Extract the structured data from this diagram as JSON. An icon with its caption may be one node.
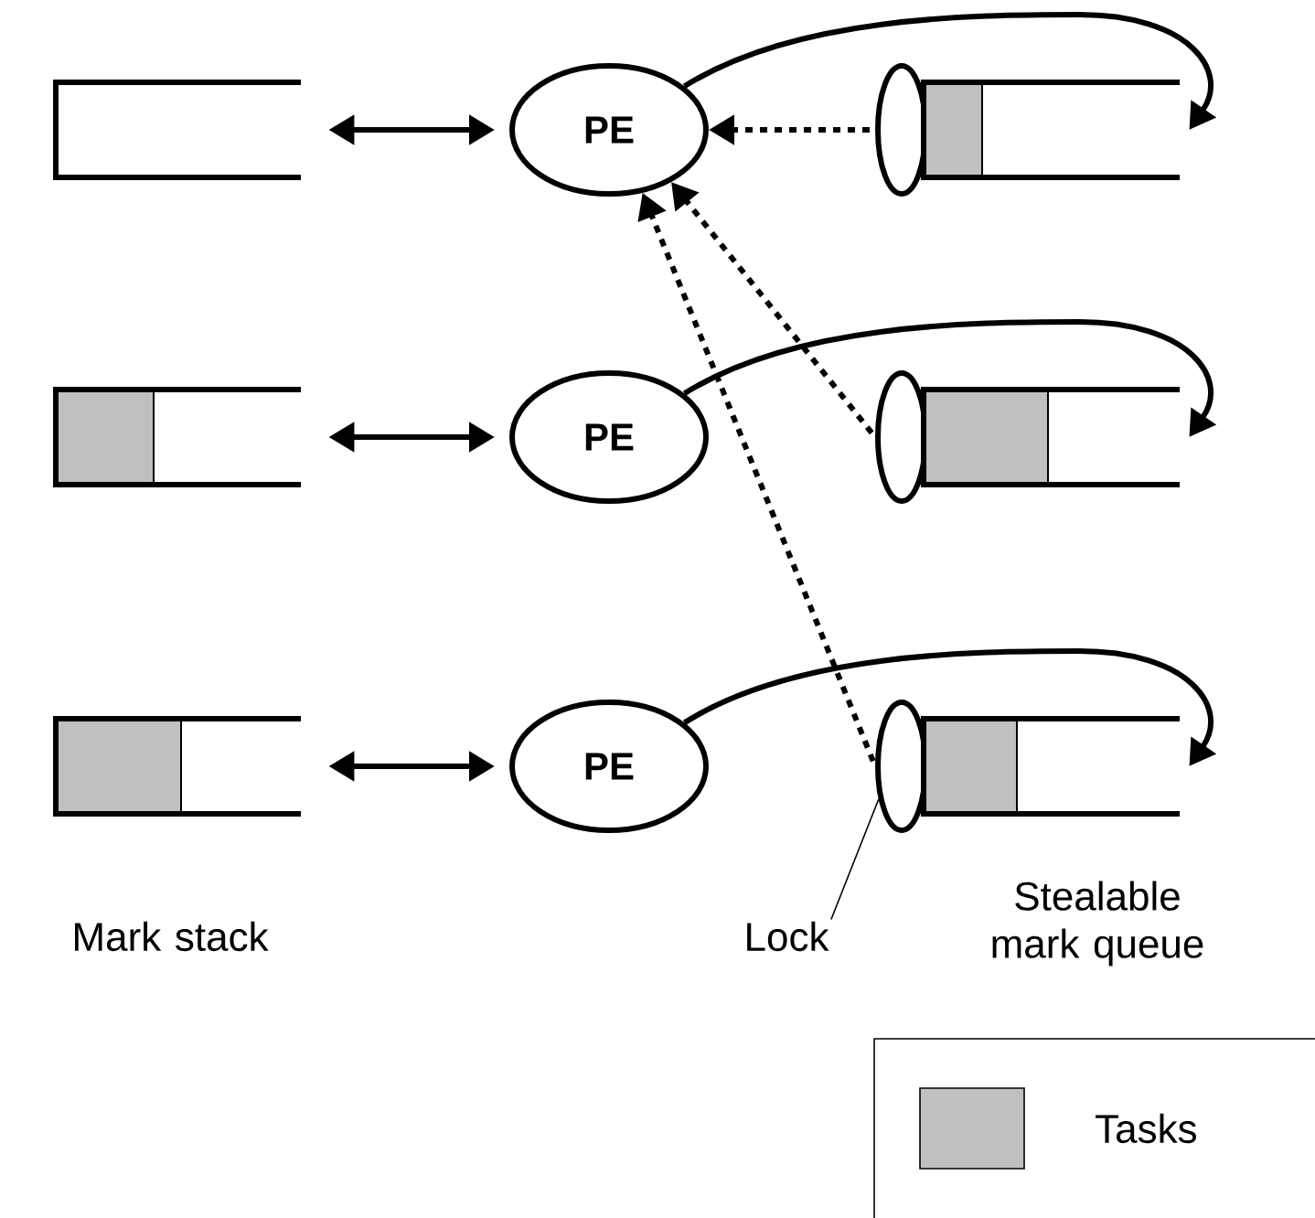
{
  "diagram": {
    "nodes": [
      {
        "text": [],
        "shape": "box"
      },
      {
        "text": [
          "PE"
        ]
      },
      {
        "text": [],
        "shape": "ellipse"
      },
      {
        "text": [],
        "shape": "box"
      },
      {
        "text": [],
        "shape": "box"
      },
      {
        "text": [
          "PE"
        ]
      },
      {
        "text": [],
        "shape": "ellipse"
      },
      {
        "text": [],
        "shape": "box"
      },
      {
        "text": [],
        "shape": "box"
      },
      {
        "text": [
          "PE"
        ]
      },
      {
        "text": [],
        "shape": "ellipse"
      },
      {
        "text": [],
        "shape": "box"
      },
      {
        "text": [
          "Lock"
        ]
      }
    ],
    "edges": [
      {
        "from": 0,
        "to": 1,
        "arrow": "both"
      },
      {
        "from": 1,
        "to": 3,
        "arrow": "to"
      },
      {
        "from": 2,
        "to": 1,
        "arrow": "to",
        "style": "dashed"
      },
      {
        "from": 4,
        "to": 5,
        "arrow": "both"
      },
      {
        "from": 5,
        "to": 7,
        "arrow": "to"
      },
      {
        "from": 6,
        "to": 1,
        "arrow": "to",
        "style": "dashed"
      },
      {
        "from": 8,
        "to": 9,
        "arrow": "both"
      },
      {
        "from": 9,
        "to": 11,
        "arrow": "to"
      },
      {
        "from": 10,
        "to": 1,
        "arrow": "to",
        "style": "dashed"
      },
      {
        "from": 12,
        "to": 10,
        "arrow": "none"
      }
    ],
    "labels": [
      "Mark stack",
      "Stealable mark queue"
    ],
    "legend": [
      {
        "text": "Tasks",
        "color": "#c0c0c0"
      }
    ]
  }
}
